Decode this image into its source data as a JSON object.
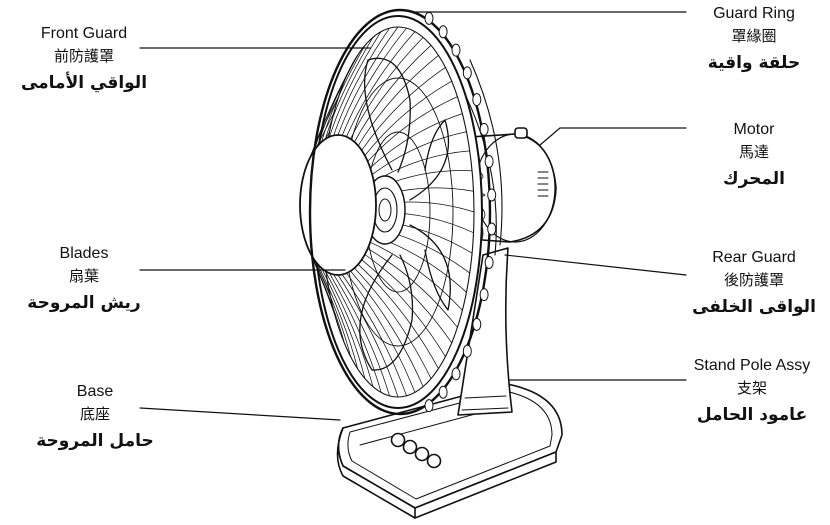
{
  "labels": {
    "front_guard": {
      "en": "Front Guard",
      "zh": "前防護罩",
      "ar": "الواقي الأمامى"
    },
    "blades": {
      "en": "Blades",
      "zh": "扇葉",
      "ar": "ريش المروحة"
    },
    "base": {
      "en": "Base",
      "zh": "底座",
      "ar": "حامل المروحة"
    },
    "guard_ring": {
      "en": "Guard Ring",
      "zh": "罩緣圈",
      "ar": "حلقة واقية"
    },
    "motor": {
      "en": "Motor",
      "zh": "馬達",
      "ar": "المحرك"
    },
    "rear_guard": {
      "en": "Rear Guard",
      "zh": "後防護罩",
      "ar": "الواقى الخلفى"
    },
    "stand_pole": {
      "en": "Stand Pole Assy",
      "zh": "支架",
      "ar": "عامود الحامل"
    }
  }
}
